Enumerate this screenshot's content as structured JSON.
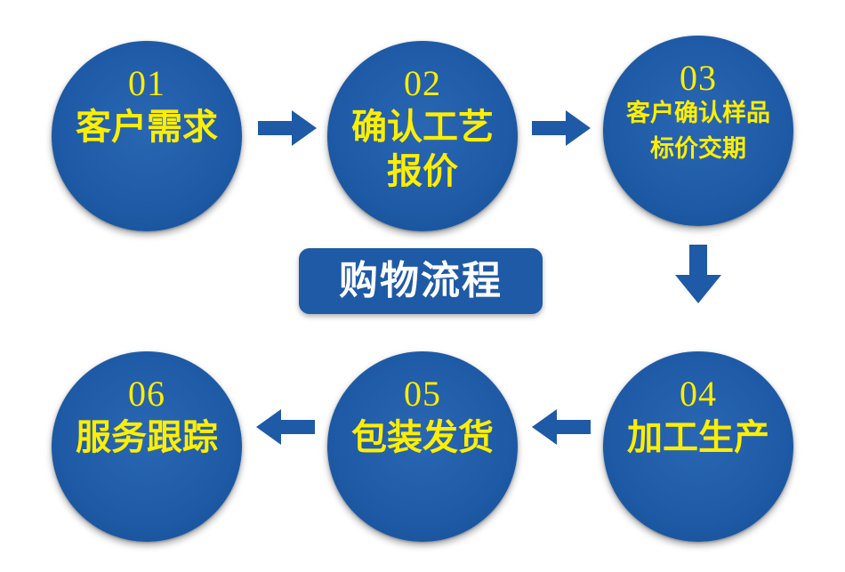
{
  "title": "购物流程",
  "colors": {
    "circle": "#1e5aa6",
    "text_highlight": "#ffee00",
    "arrow": "#1e5aa6",
    "banner_text": "#ffffff",
    "background": "#ffffff"
  },
  "steps": [
    {
      "number": "01",
      "lines": [
        "客户需求"
      ]
    },
    {
      "number": "02",
      "lines": [
        "确认工艺",
        "报价"
      ]
    },
    {
      "number": "03",
      "lines": [
        "客户确认样品",
        "标价交期"
      ]
    },
    {
      "number": "04",
      "lines": [
        "加工生产"
      ]
    },
    {
      "number": "05",
      "lines": [
        "包装发货"
      ]
    },
    {
      "number": "06",
      "lines": [
        "服务跟踪"
      ]
    }
  ],
  "arrows": [
    {
      "from": "01",
      "to": "02",
      "direction": "right"
    },
    {
      "from": "02",
      "to": "03",
      "direction": "right"
    },
    {
      "from": "03",
      "to": "04",
      "direction": "down"
    },
    {
      "from": "04",
      "to": "05",
      "direction": "left"
    },
    {
      "from": "05",
      "to": "06",
      "direction": "left"
    }
  ]
}
